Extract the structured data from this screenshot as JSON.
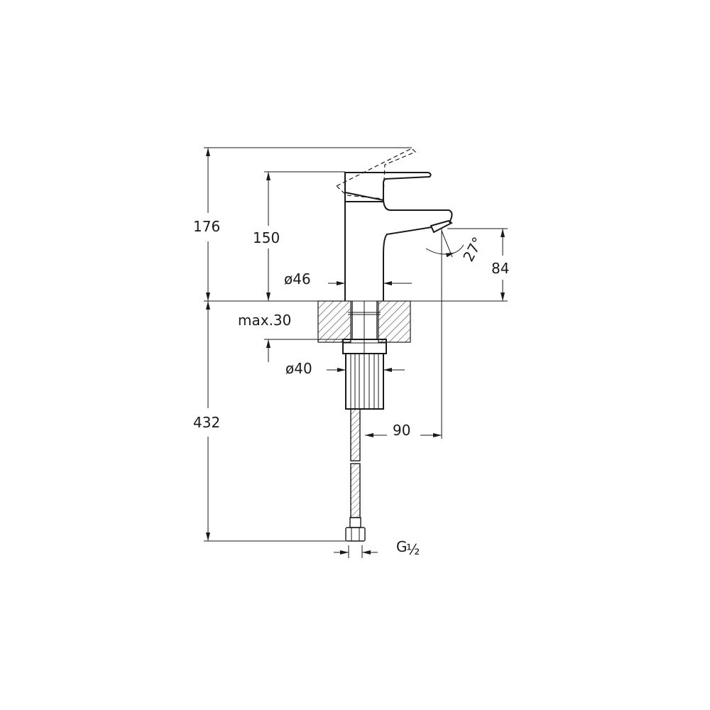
{
  "dimensions": {
    "total_height": "176",
    "body_height": "150",
    "body_diameter": "ø46",
    "spout_height": "84",
    "spout_angle": "27°",
    "max_counter_thickness": "max.30",
    "shank_diameter": "ø40",
    "spout_reach": "90",
    "hose_length": "432",
    "connection_thread_letter": "G",
    "connection_thread_fraction": "½"
  }
}
